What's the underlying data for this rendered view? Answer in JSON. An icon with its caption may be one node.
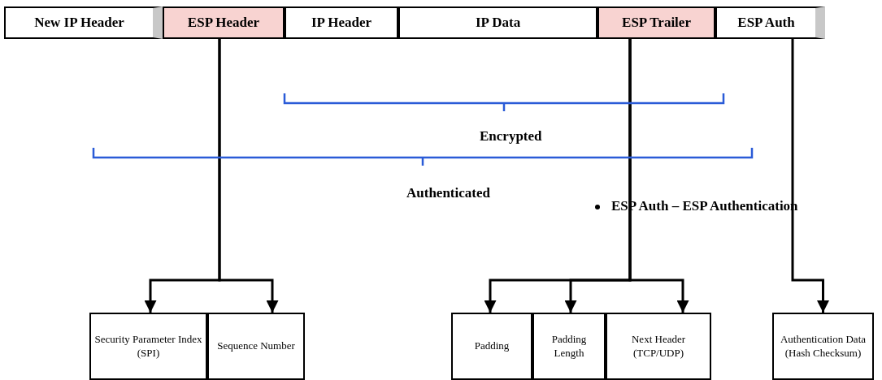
{
  "diagram": {
    "nodes": [
      {
        "text": [
          "New IP Header"
        ]
      },
      {
        "text": [
          "ESP Header"
        ]
      },
      {
        "text": [
          "IP Header"
        ]
      },
      {
        "text": [
          "IP Data"
        ]
      },
      {
        "text": [
          "ESP Trailer"
        ]
      },
      {
        "text": [
          "ESP Auth"
        ]
      },
      {
        "text": [
          "Security Parameter Index (SPI)"
        ]
      },
      {
        "text": [
          "Sequence Number"
        ]
      },
      {
        "text": [
          "Padding"
        ]
      },
      {
        "text": [
          "Padding Length"
        ]
      },
      {
        "text": [
          "Next Header (TCP/UDP)"
        ]
      },
      {
        "text": [
          "Authentication Data (Hash Checksum)"
        ]
      }
    ],
    "edges": [
      {
        "from": 1,
        "to": 6,
        "arrow": "to"
      },
      {
        "from": 1,
        "to": 7,
        "arrow": "to"
      },
      {
        "from": 4,
        "to": 8,
        "arrow": "to"
      },
      {
        "from": 4,
        "to": 9,
        "arrow": "to"
      },
      {
        "from": 4,
        "to": 10,
        "arrow": "to"
      },
      {
        "from": 5,
        "to": 11,
        "arrow": "to"
      }
    ],
    "labels": [
      "Encrypted",
      "Authenticated",
      "ESP Auth – ESP Authentication"
    ]
  }
}
